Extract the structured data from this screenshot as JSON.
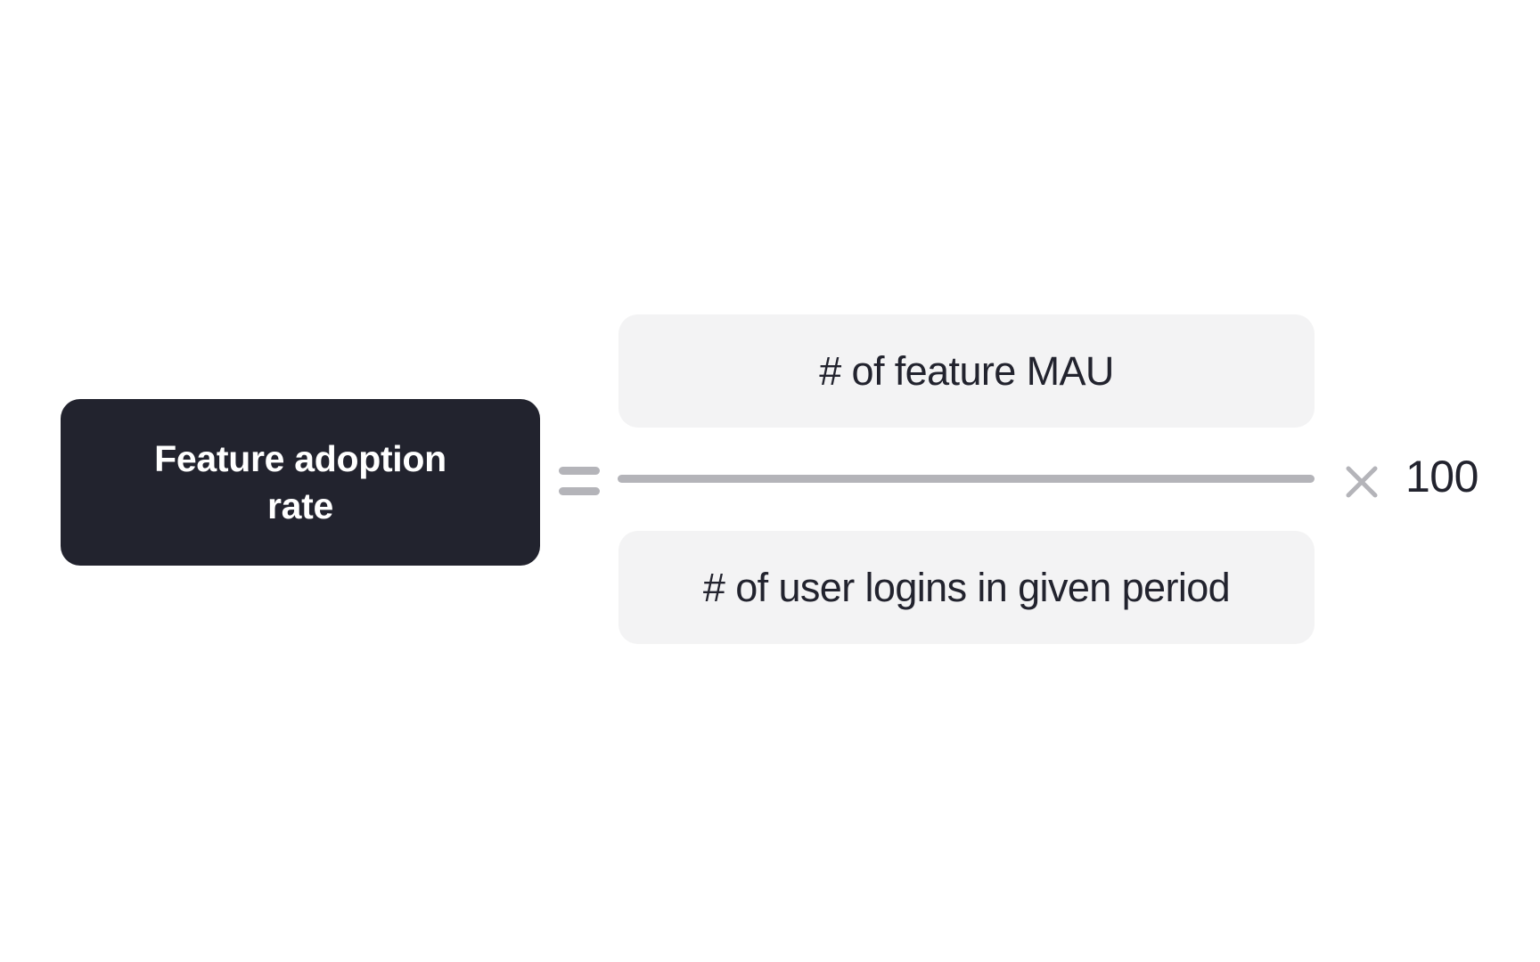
{
  "diagram": {
    "type": "formula",
    "metric": {
      "label": "Feature adoption\nrate",
      "background_color": "#22232e",
      "text_color": "#ffffff"
    },
    "operators": {
      "equals": "=",
      "equals_icon": "equals-icon",
      "multiply": "×",
      "multiply_icon": "multiply-icon",
      "operator_color": "#b4b4b9"
    },
    "fraction": {
      "numerator": "# of feature MAU",
      "denominator": "# of user logins in given period",
      "term_background_color": "#f3f3f4",
      "term_text_color": "#22232e",
      "bar_color": "#b4b4b9"
    },
    "multiplier": "100",
    "background_color": "#ffffff"
  }
}
